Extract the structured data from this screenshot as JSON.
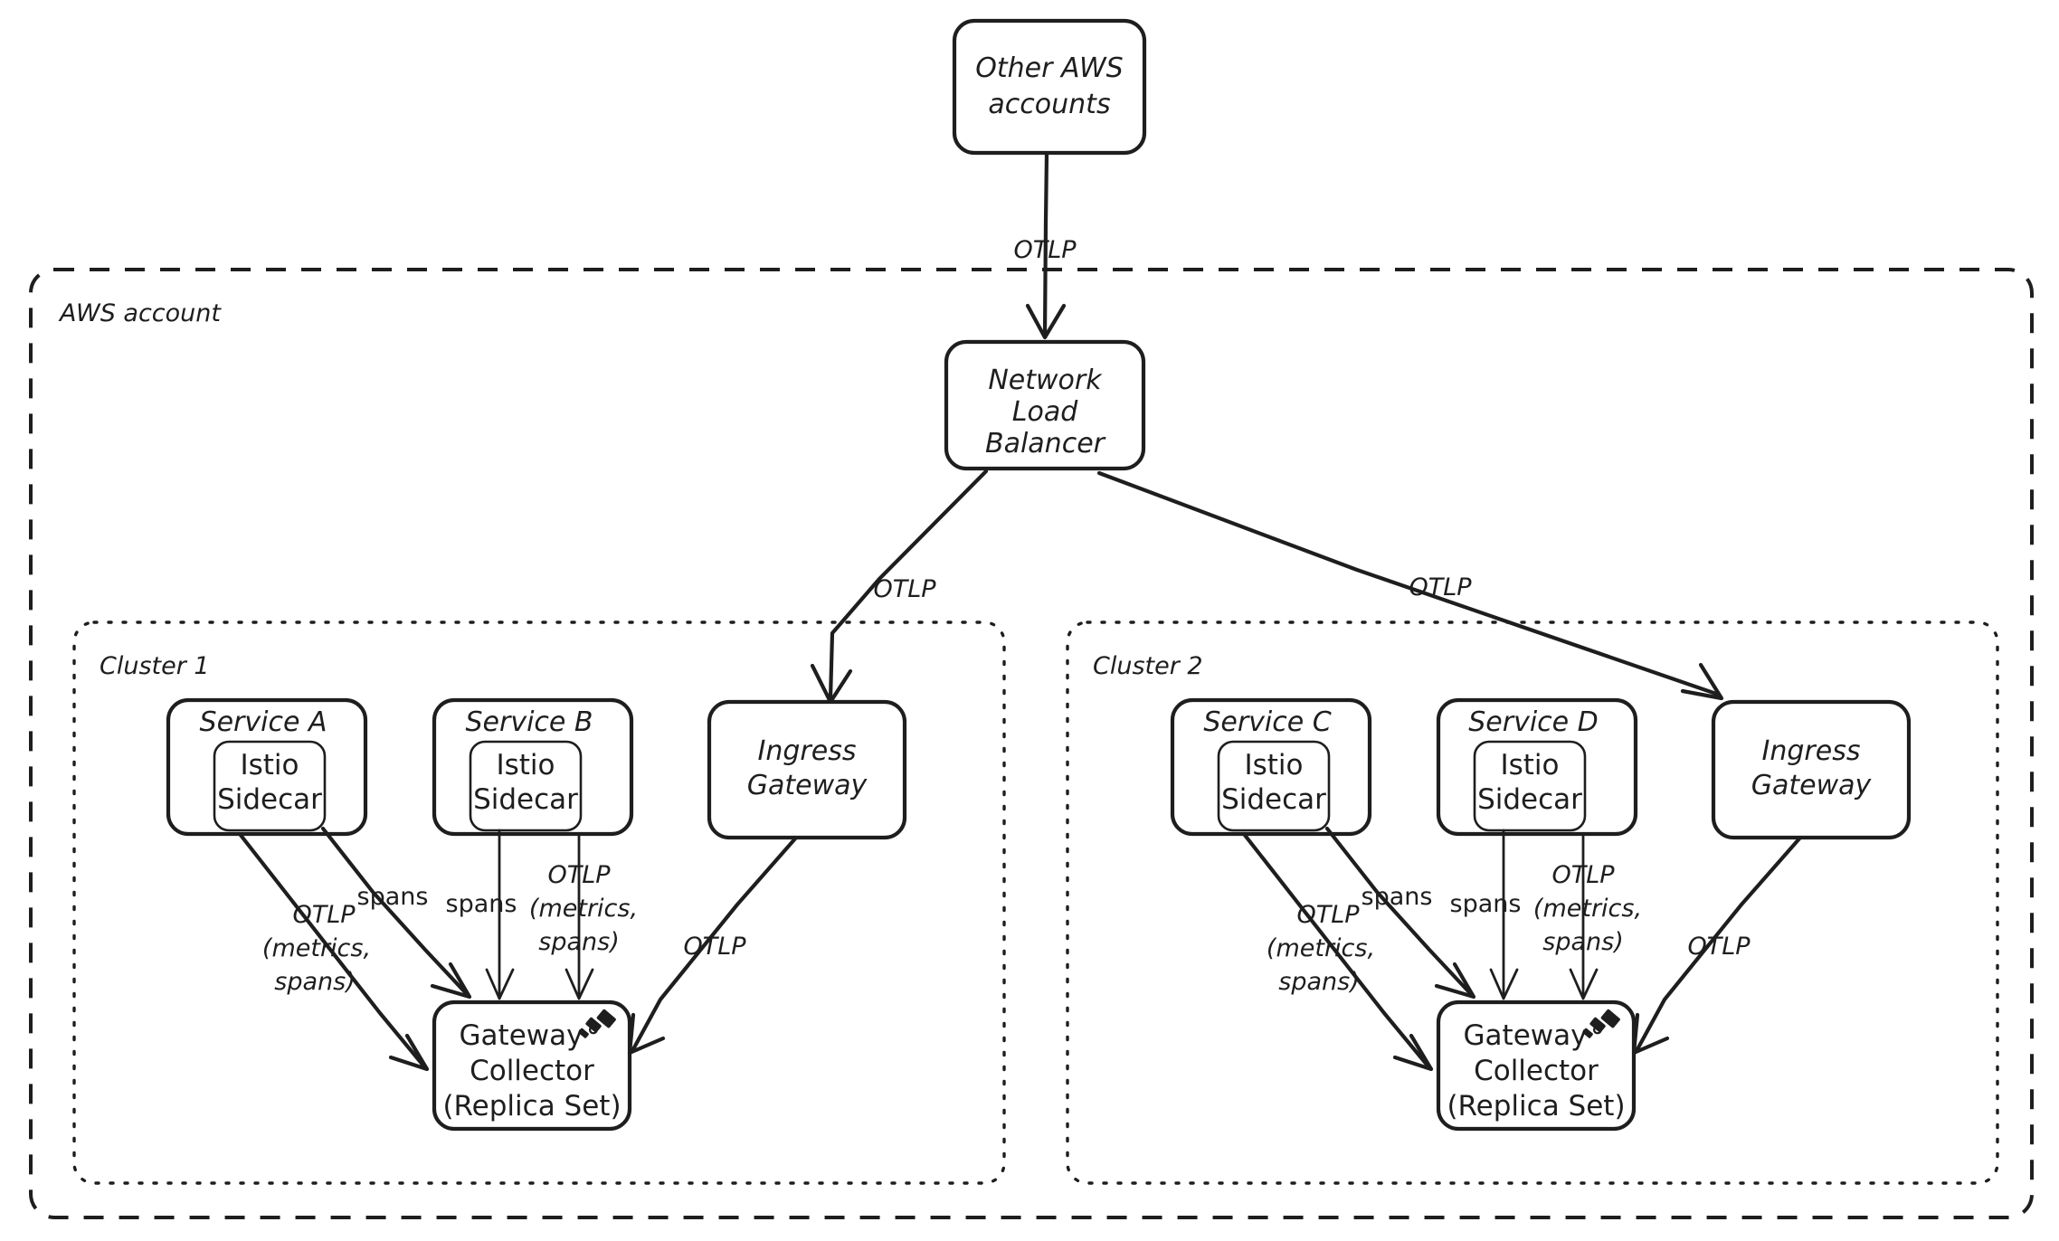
{
  "diagram": {
    "title": "AWS multi-cluster OpenTelemetry collection architecture",
    "style": "hand-drawn",
    "stroke_color": "#1e1e1e",
    "background_color": "#ffffff"
  },
  "external": {
    "other_aws_accounts": {
      "label_line1": "Other AWS",
      "label_line2": "accounts"
    }
  },
  "aws_account": {
    "group_label": "AWS account",
    "load_balancer": {
      "label_line1": "Network",
      "label_line2": "Load",
      "label_line3": "Balancer"
    },
    "clusters": [
      {
        "group_label": "Cluster 1",
        "services": [
          {
            "name": "Service A",
            "sidecar_line1": "Istio",
            "sidecar_line2": "Sidecar"
          },
          {
            "name": "Service B",
            "sidecar_line1": "Istio",
            "sidecar_line2": "Sidecar"
          }
        ],
        "ingress_gateway": {
          "label_line1": "Ingress",
          "label_line2": "Gateway"
        },
        "collector": {
          "label_line1": "Gateway",
          "label_line2": "Collector",
          "label_line3": "(Replica Set)",
          "icon": "telescope-icon"
        }
      },
      {
        "group_label": "Cluster 2",
        "services": [
          {
            "name": "Service C",
            "sidecar_line1": "Istio",
            "sidecar_line2": "Sidecar"
          },
          {
            "name": "Service D",
            "sidecar_line1": "Istio",
            "sidecar_line2": "Sidecar"
          }
        ],
        "ingress_gateway": {
          "label_line1": "Ingress",
          "label_line2": "Gateway"
        },
        "collector": {
          "label_line1": "Gateway",
          "label_line2": "Collector",
          "label_line3": "(Replica Set)",
          "icon": "telescope-icon"
        }
      }
    ]
  },
  "edge_labels": {
    "accounts_to_nlb": "OTLP",
    "nlb_to_cluster1": "OTLP",
    "nlb_to_cluster2": "OTLP",
    "service_otlp_l1": "OTLP",
    "service_otlp_l2": "(metrics,",
    "service_otlp_l3": "spans)",
    "sidecar_spans": "spans",
    "service_spans": "spans",
    "sidecar_otlp_l1": "OTLP",
    "sidecar_otlp_l2": "(metrics,",
    "sidecar_otlp_l3": "spans)",
    "ingress_to_collector": "OTLP"
  }
}
